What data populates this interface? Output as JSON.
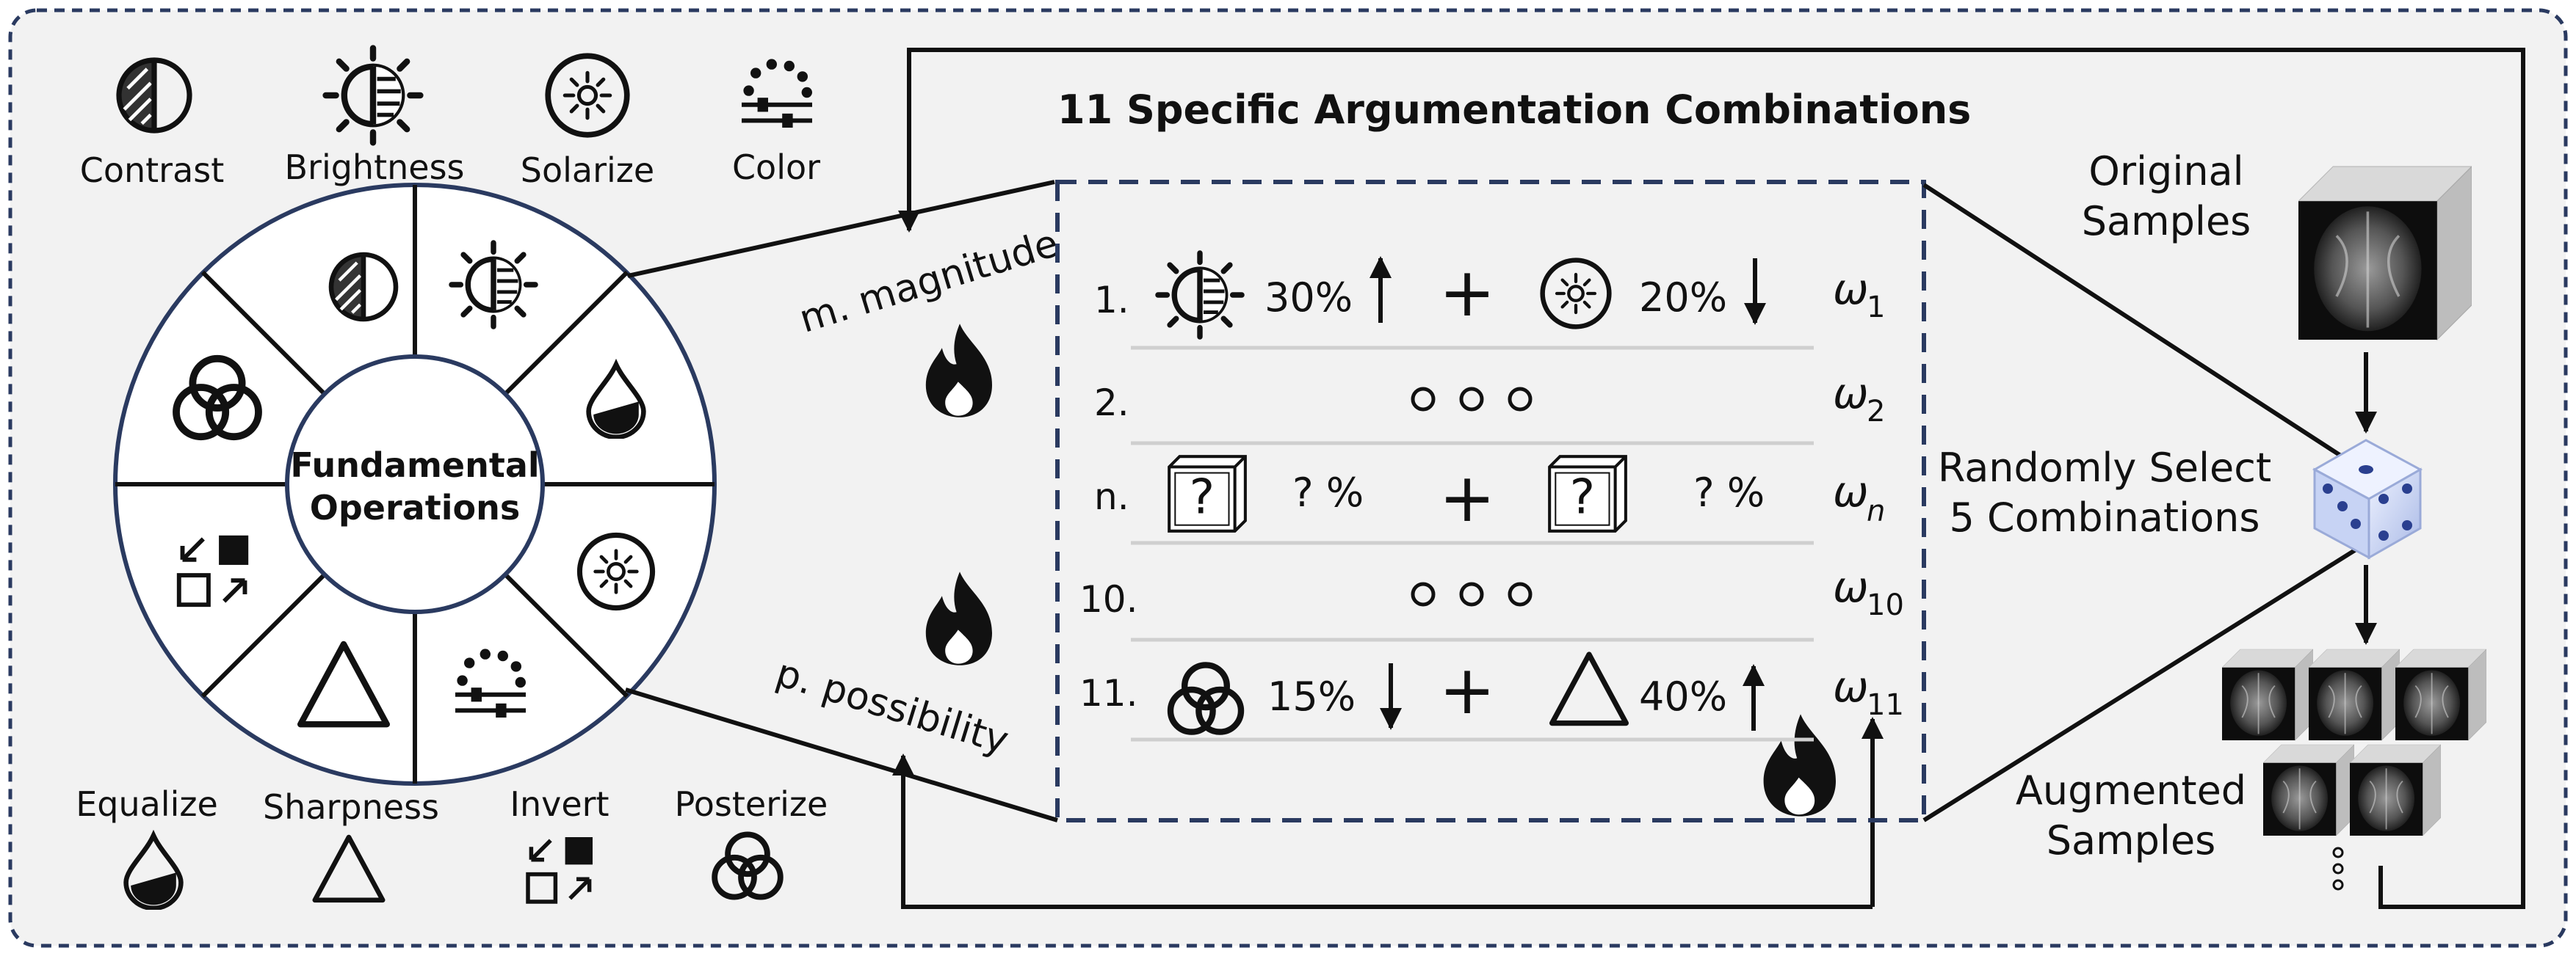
{
  "title": "11 Specific Argumentation Combinations",
  "wheel": {
    "center_line1": "Fundamental",
    "center_line2": "Operations"
  },
  "top_operations": [
    {
      "label": "Contrast",
      "icon": "contrast-icon"
    },
    {
      "label": "Brightness",
      "icon": "brightness-icon"
    },
    {
      "label": "Solarize",
      "icon": "solarize-icon"
    },
    {
      "label": "Color",
      "icon": "color-icon"
    }
  ],
  "bottom_operations": [
    {
      "label": "Equalize",
      "icon": "equalize-icon"
    },
    {
      "label": "Sharpness",
      "icon": "sharpness-icon"
    },
    {
      "label": "Invert",
      "icon": "invert-icon"
    },
    {
      "label": "Posterize",
      "icon": "posterize-icon"
    }
  ],
  "magnitude_label": "m. magnitude",
  "possibility_label": "p. possibility",
  "combinations": [
    {
      "index": "1.",
      "left_icon": "brightness-icon",
      "left_pct": "30%",
      "left_dir": "up",
      "right_icon": "solarize-icon",
      "right_pct": "20%",
      "right_dir": "down",
      "weight": "ω",
      "weight_sub": "1"
    },
    {
      "index": "2.",
      "weight": "ω",
      "weight_sub": "2"
    },
    {
      "index": "n.",
      "left_icon": "question-box-icon",
      "left_pct": "? %",
      "right_icon": "question-box-icon",
      "right_pct": "? %",
      "weight": "ω",
      "weight_sub": "n"
    },
    {
      "index": "10.",
      "weight": "ω",
      "weight_sub": "10"
    },
    {
      "index": "11.",
      "left_icon": "posterize-icon",
      "left_pct": "15%",
      "left_dir": "down",
      "right_icon": "sharpness-icon",
      "right_pct": "40%",
      "right_dir": "up",
      "weight": "ω",
      "weight_sub": "11"
    }
  ],
  "plus_sign": "+",
  "original_label_1": "Original",
  "original_label_2": "Samples",
  "random_label_1": "Randomly Select",
  "random_label_2": "5 Combinations",
  "augmented_label_1": "Augmented",
  "augmented_label_2": "Samples",
  "colors": {
    "frame": "#2a3a60",
    "background": "#f2f2f2",
    "fire": "#111111",
    "dice": "#c8d4f0"
  }
}
